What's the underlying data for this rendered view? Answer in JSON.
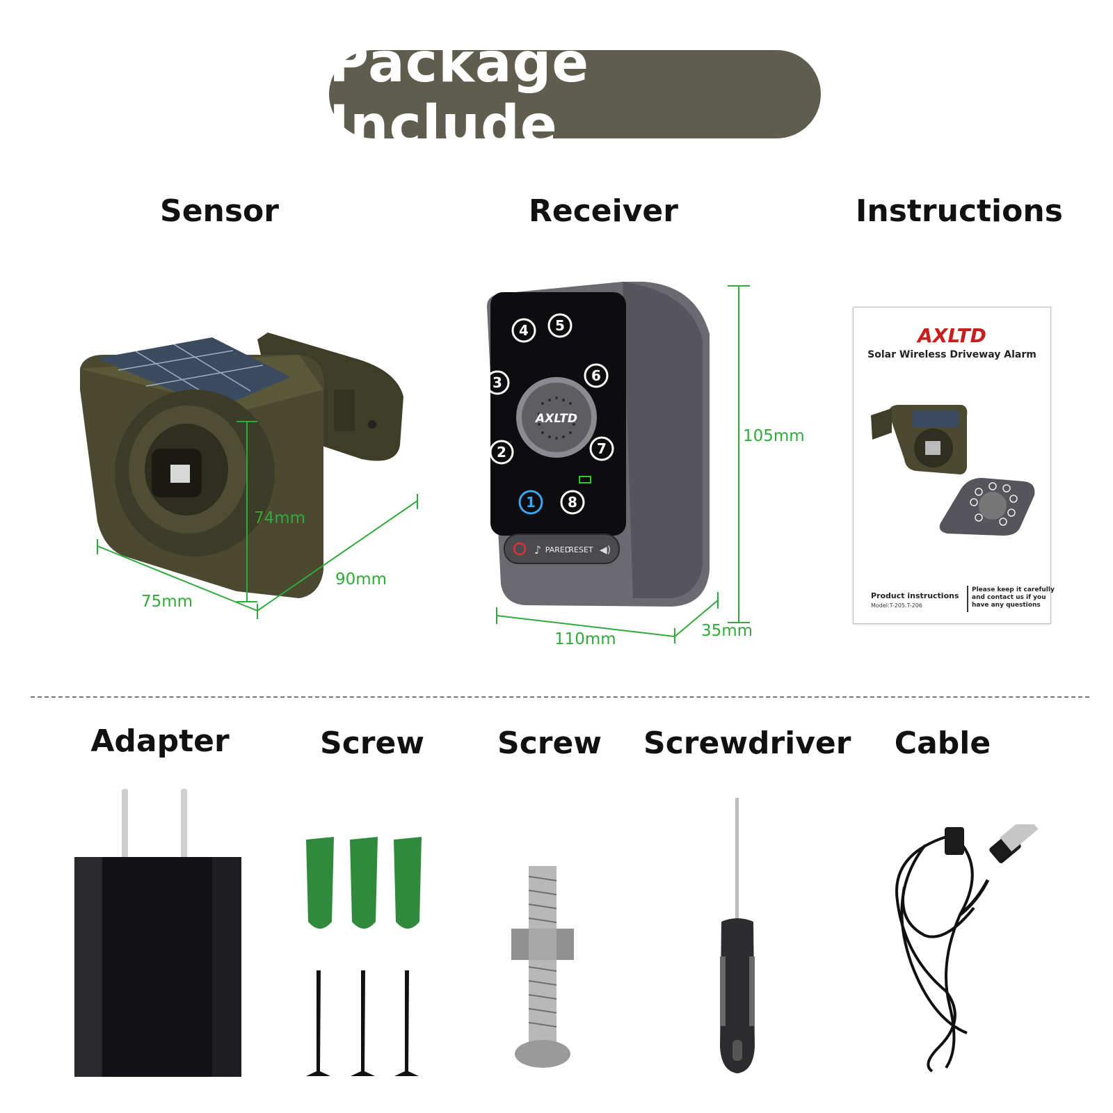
{
  "header": {
    "title": "Package Include"
  },
  "top_items": {
    "sensor": {
      "label": "Sensor",
      "dim_width": "75mm",
      "dim_depth": "90mm",
      "dim_height": "74mm"
    },
    "receiver": {
      "label": "Receiver",
      "dim_height": "105mm",
      "dim_width": "110mm",
      "dim_depth": "35mm",
      "brand": "AXLTD",
      "zones": [
        "1",
        "2",
        "3",
        "4",
        "5",
        "6",
        "7",
        "8"
      ],
      "buttons": [
        "PARED",
        "RESET"
      ]
    },
    "instructions": {
      "label": "Instructions",
      "brand": "AXLTD",
      "subtitle": "Solar Wireless Driveway Alarm",
      "footer_left_title": "Product instructions",
      "footer_left_model": "Model:T-205.T-206",
      "footer_right_1": "Please keep it carefully",
      "footer_right_2": "and contact us if you",
      "footer_right_3": "have any questions"
    }
  },
  "bottom_items": [
    {
      "label": "Adapter"
    },
    {
      "label": "Screw"
    },
    {
      "label": "Screw"
    },
    {
      "label": "Screwdriver"
    },
    {
      "label": "Cable"
    }
  ],
  "colors": {
    "banner": "#5f5d4e",
    "dimension_lines": "#2faa3a",
    "sensor_body": "#4a4a30",
    "anchor_green": "#2f8a3c"
  }
}
